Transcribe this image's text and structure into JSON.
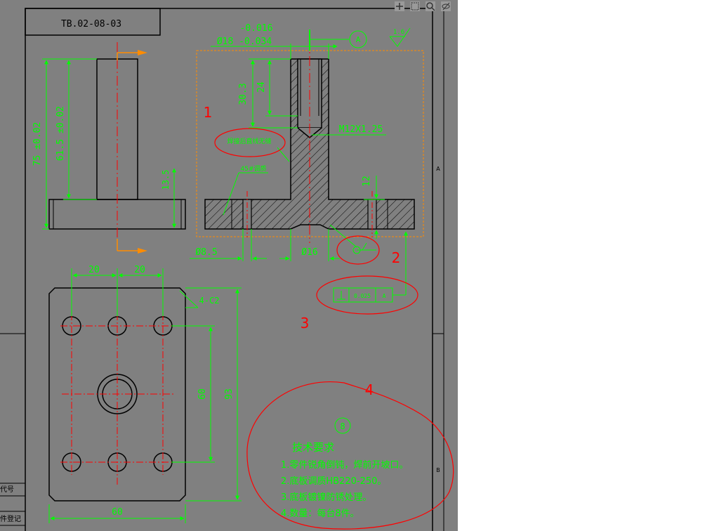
{
  "drawing": {
    "title_code": "TB.02-08-03",
    "datum_label": "A",
    "roughness_symbol": "1.6",
    "border_zone_labels": [
      "A",
      "B"
    ],
    "title_block_labels": [
      "代号",
      "件登记"
    ],
    "toolbar_icons": [
      "pan-icon",
      "zoom-window-icon",
      "zoom-icon",
      "orbit-icon"
    ]
  },
  "front_view": {
    "dim_total_height": "75 ±0.02",
    "dim_shaft_height": "61.5 ±0.02",
    "dim_base_thickness": "13.5"
  },
  "section_view": {
    "tolerance_upper": "-0.016",
    "diameter_dim": "Ø18 -0.034",
    "dim_30_3": "30.3",
    "dim_24": "24",
    "thread_dim": "M12X1.25",
    "note_weld": "焊接后直线无缝",
    "note_heat_treat": "45#调质",
    "dim_12": "12",
    "dim_hole": "Ø8.5",
    "dim_shaft_dia": "Ø16",
    "perp_value": "0.025",
    "perp_datum": "A"
  },
  "top_view": {
    "dim_20_a": "20",
    "dim_20_b": "20",
    "chamfer": "4-C2",
    "dim_60_v": "60",
    "dim_93": "93",
    "dim_60_h": "60"
  },
  "tech_requirements": {
    "circle_label": "8",
    "title": "技术要求",
    "items": [
      "1.零件锐角倒钝，焊前开坡口。",
      "2.底板调质HB220-250。",
      "3.底板镀镍防锈处理。",
      "4.数量：每台8件。"
    ]
  },
  "annotations": {
    "markers": [
      "1",
      "2",
      "3",
      "4"
    ]
  },
  "colors": {
    "background": "#808080",
    "outline": "#000000",
    "dimension": "#00ff00",
    "centerline": "#ff0000",
    "markup": "#ff0000",
    "highlight": "#ff8c00"
  }
}
